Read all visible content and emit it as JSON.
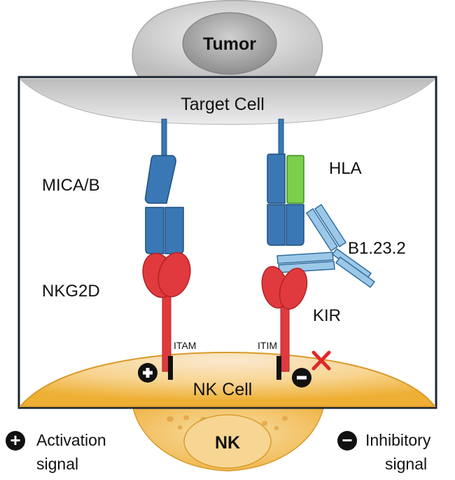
{
  "labels": {
    "tumor": "Tumor",
    "target_cell": "Target Cell",
    "mica_b": "MICA/B",
    "hla": "HLA",
    "b1232": "B1.23.2",
    "nkg2d": "NKG2D",
    "kir": "KIR",
    "itam": "ITAM",
    "itim": "ITIM",
    "nk_cell": "NK Cell",
    "nk": "NK"
  },
  "legend": {
    "activation": {
      "icon": "plus-circle-icon",
      "symbol": "+",
      "line1": "Activation",
      "line2": "signal"
    },
    "inhibitory": {
      "icon": "minus-circle-icon",
      "symbol": "−",
      "line1": "Inhibitory",
      "line2": "signal"
    }
  },
  "colors": {
    "receptor_red": "#e03a3e",
    "ligand_blue": "#3a78b5",
    "hla_green": "#7ccf4a",
    "antibody_blue": "#9cc8e8",
    "nk_cell_fill": "#f0b640",
    "target_cell_fill": "#d4d4d4",
    "block_cross": "#e02828"
  }
}
